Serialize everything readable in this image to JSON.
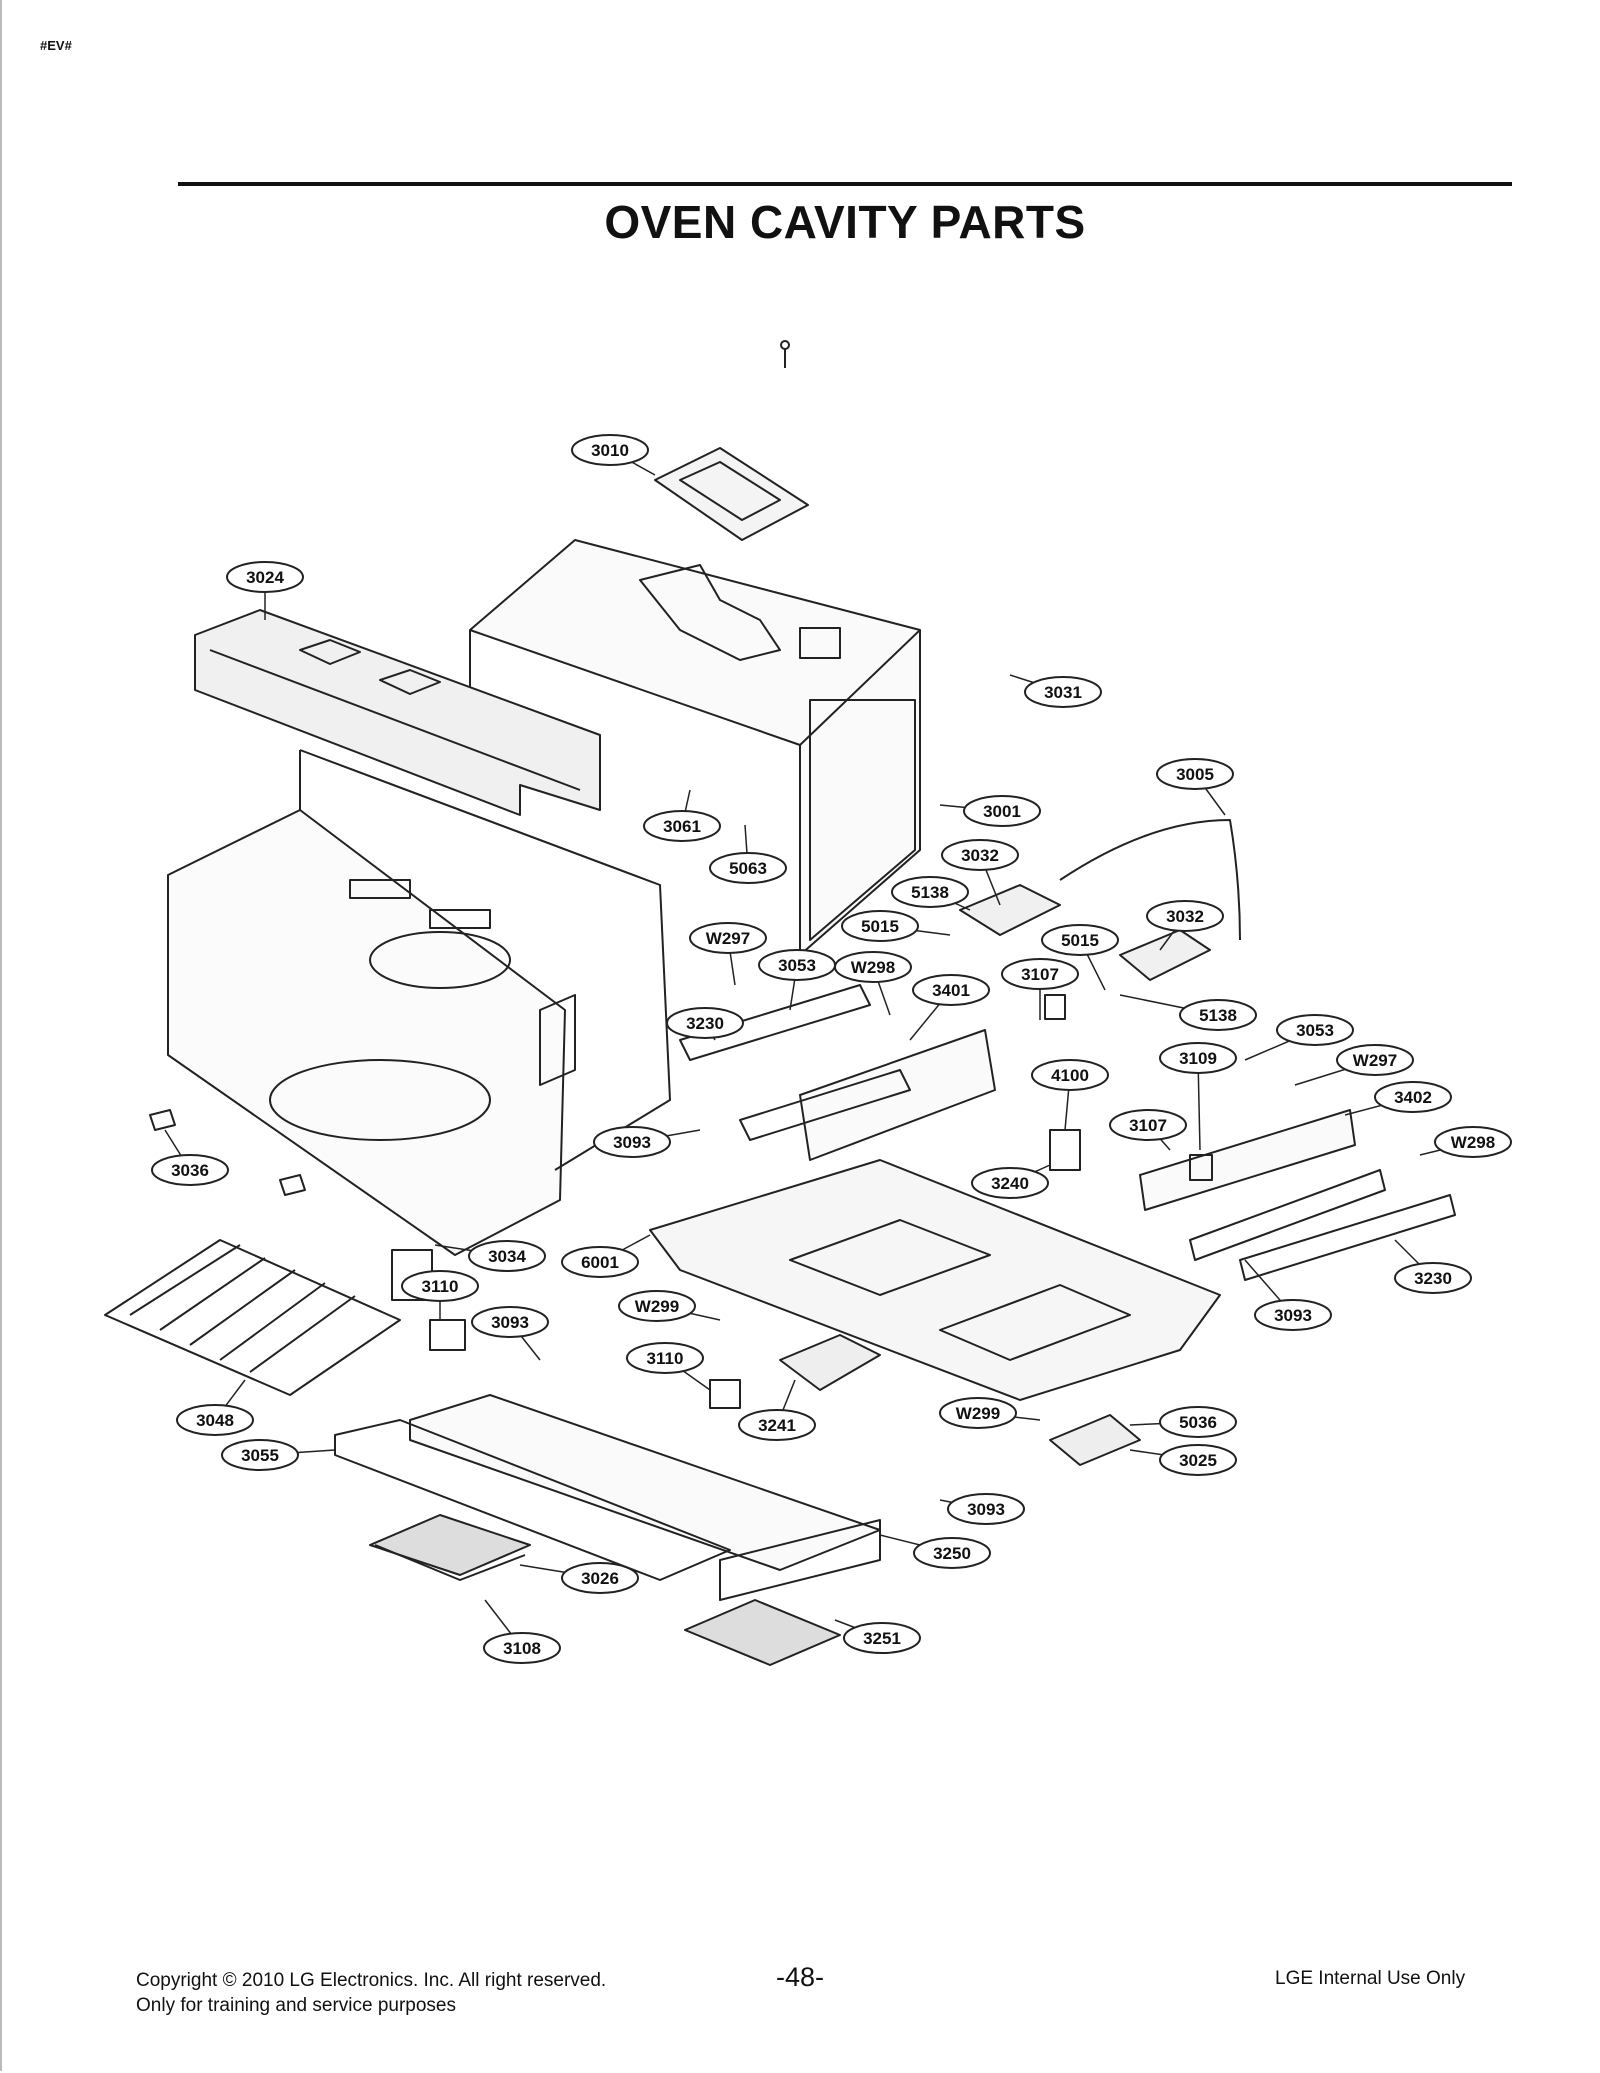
{
  "header": {
    "doc_tag": "#EV#",
    "title": "OVEN CAVITY PARTS"
  },
  "callouts": [
    {
      "label": "3010"
    },
    {
      "label": "3024"
    },
    {
      "label": "3031"
    },
    {
      "label": "3005"
    },
    {
      "label": "3001"
    },
    {
      "label": "3061"
    },
    {
      "label": "5063"
    },
    {
      "label": "3032"
    },
    {
      "label": "5138"
    },
    {
      "label": "3032"
    },
    {
      "label": "5015"
    },
    {
      "label": "5015"
    },
    {
      "label": "W297"
    },
    {
      "label": "3053"
    },
    {
      "label": "W298"
    },
    {
      "label": "3107"
    },
    {
      "label": "3401"
    },
    {
      "label": "5138"
    },
    {
      "label": "3230"
    },
    {
      "label": "3053"
    },
    {
      "label": "3109"
    },
    {
      "label": "W297"
    },
    {
      "label": "4100"
    },
    {
      "label": "3402"
    },
    {
      "label": "3093"
    },
    {
      "label": "3107"
    },
    {
      "label": "W298"
    },
    {
      "label": "3036"
    },
    {
      "label": "3240"
    },
    {
      "label": "3034"
    },
    {
      "label": "6001"
    },
    {
      "label": "3230"
    },
    {
      "label": "3110"
    },
    {
      "label": "W299"
    },
    {
      "label": "3093"
    },
    {
      "label": "3093"
    },
    {
      "label": "3110"
    },
    {
      "label": "3241"
    },
    {
      "label": "W299"
    },
    {
      "label": "5036"
    },
    {
      "label": "3048"
    },
    {
      "label": "3055"
    },
    {
      "label": "3025"
    },
    {
      "label": "3093"
    },
    {
      "label": "3250"
    },
    {
      "label": "3026"
    },
    {
      "label": "3251"
    },
    {
      "label": "3108"
    }
  ],
  "footer": {
    "copyright": "Copyright © 2010 LG Electronics. Inc. All right reserved.",
    "purpose": "Only for training and service purposes",
    "page": "-48-",
    "internal": "LGE Internal Use Only"
  }
}
